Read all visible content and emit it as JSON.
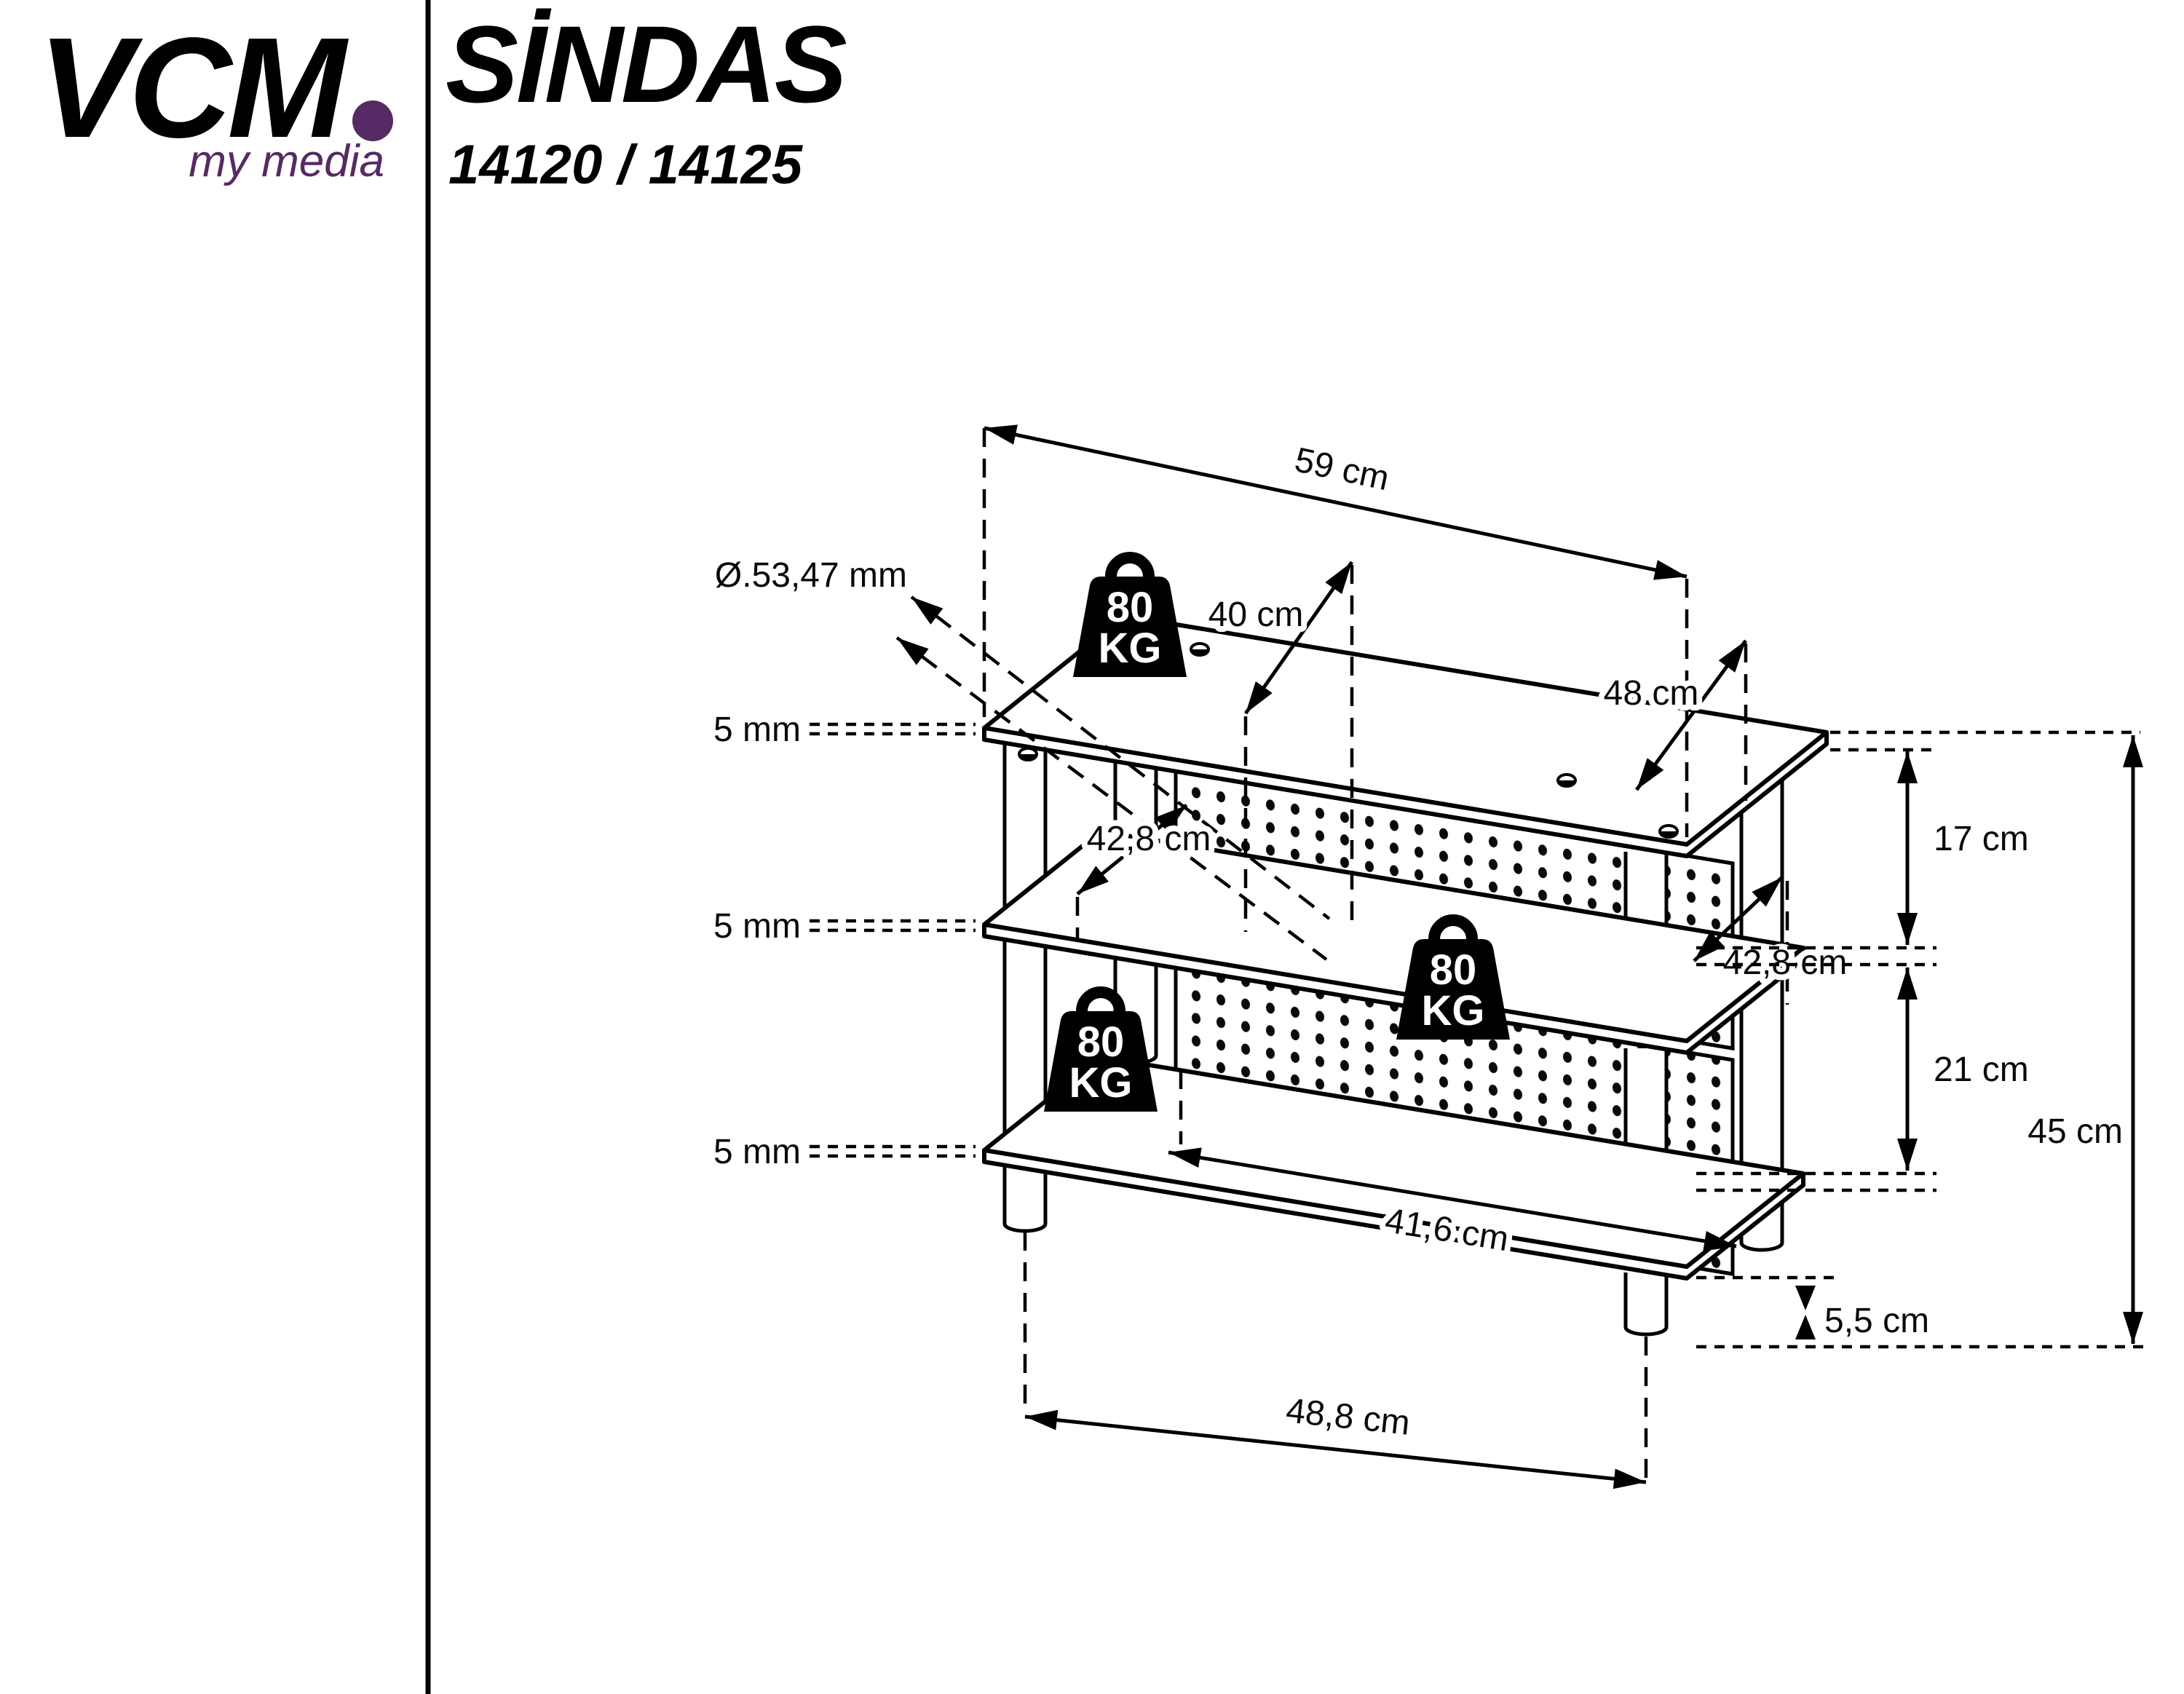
{
  "sidebar": {
    "brand": "VCM",
    "brand_dot_color": "#562a64",
    "tagline": "my media"
  },
  "header": {
    "product_name": "SİNDAS",
    "model_numbers": "14120 / 14125"
  },
  "diagram": {
    "weight": {
      "value": "80",
      "unit": "KG"
    },
    "dims": {
      "width_top": "59 cm",
      "depth_mid": "40 cm",
      "depth_right": "48 cm",
      "hole_diameter": "Ø.53,47 mm",
      "thickness": [
        "5 mm",
        "5 mm",
        "5 mm"
      ],
      "side_clearance_left": "42,8 cm",
      "side_clearance_right": "42,8 cm",
      "shelf_gap_upper": "17 cm",
      "shelf_gap_lower": "21 cm",
      "total_height": "45 cm",
      "inner_width": "41,6 cm",
      "foot_span": "48,8 cm",
      "foot_height": "5,5 cm"
    }
  }
}
